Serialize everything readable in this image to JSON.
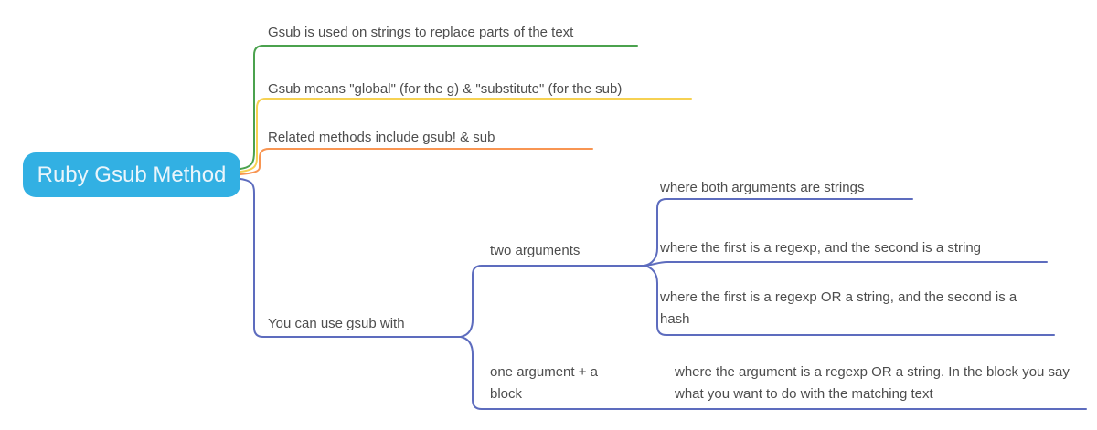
{
  "mindmap": {
    "root": {
      "label": "Ruby Gsub Method",
      "color": "#32b0e3",
      "text_color": "#eaf5fb"
    },
    "children": [
      {
        "label": "Gsub is used on strings to replace parts of the text",
        "line_color": "#4ba24e"
      },
      {
        "label": "Gsub means \"global\" (for the g) & \"substitute\" (for the sub)",
        "line_color": "#f6d152"
      },
      {
        "label": "Related methods include gsub! & sub",
        "line_color": "#f89552"
      },
      {
        "label": "You can use gsub with",
        "line_color": "#5d6cbe",
        "children": [
          {
            "label": "two arguments",
            "children": [
              {
                "label": "where both arguments are strings"
              },
              {
                "label": "where the first is a regexp, and the second is a string"
              },
              {
                "label": "where the first is a regexp OR a string, and the second is a hash"
              }
            ]
          },
          {
            "label": "one argument + a block",
            "children": [
              {
                "label": "where the argument is a regexp OR a string. In the block you say what you want to do with the matching text"
              }
            ]
          }
        ]
      }
    ]
  }
}
